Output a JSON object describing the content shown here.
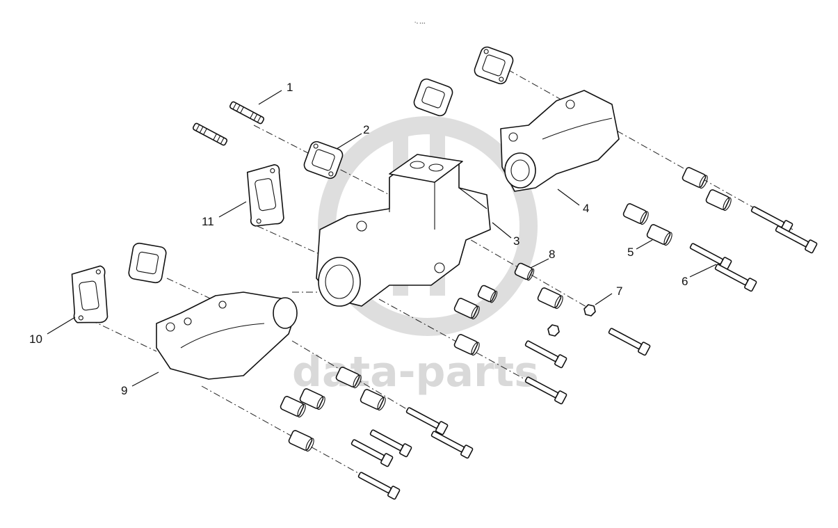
{
  "watermark": {
    "text": "data-parts",
    "color": "#d9d9d9"
  },
  "header_mark": "°• •••",
  "callouts": [
    "1",
    "2",
    "3",
    "4",
    "5",
    "6",
    "7",
    "8",
    "9",
    "10",
    "11"
  ],
  "colors": {
    "line": "#111111",
    "background": "#ffffff",
    "watermark": "#d9d9d9"
  }
}
